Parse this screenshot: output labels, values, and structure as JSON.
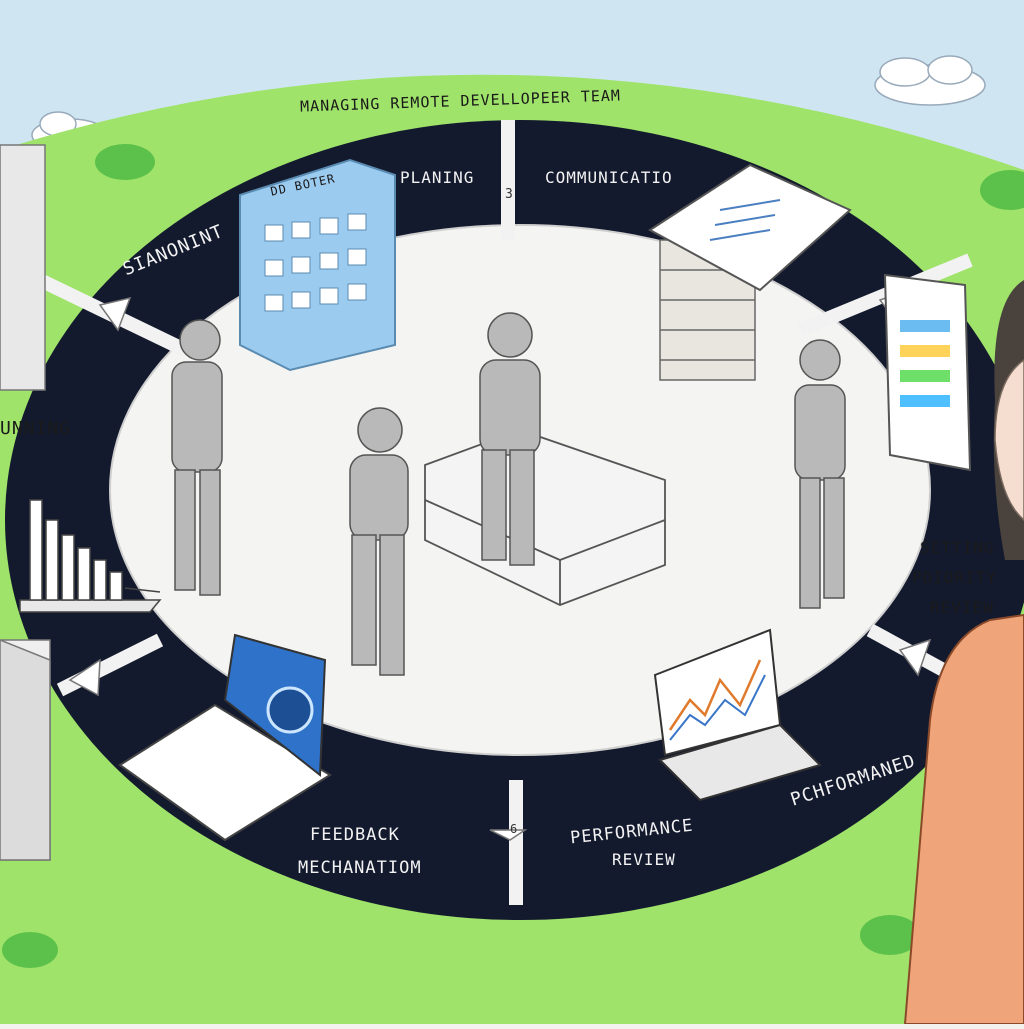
{
  "title": "MANAGING REMOTE DEVELLOPEER TEAM",
  "stages": {
    "planning": "PLANING",
    "communication": "COMMUNICATIO",
    "setting_priority_review": [
      "SETTING",
      "PDIORITY",
      "REVIEW"
    ],
    "performance_review": [
      "PERFORMANCE",
      "REVIEW"
    ],
    "performance_outer": "PCHFORMANED",
    "feedback_mechanism": [
      "FEEDBACK",
      "MECHANATIOM"
    ],
    "running": "UNNING",
    "station": "SIANONINT",
    "step_markers": [
      "3",
      "6"
    ]
  },
  "board_label": "DD BOTER",
  "colors": {
    "sky": "#cfe6f2",
    "grass": "#9fe36a",
    "road": "#141a2e",
    "road_marking": "#f2f2f2",
    "center_field": "#f4f4f2",
    "board": "#9ccbf0"
  }
}
